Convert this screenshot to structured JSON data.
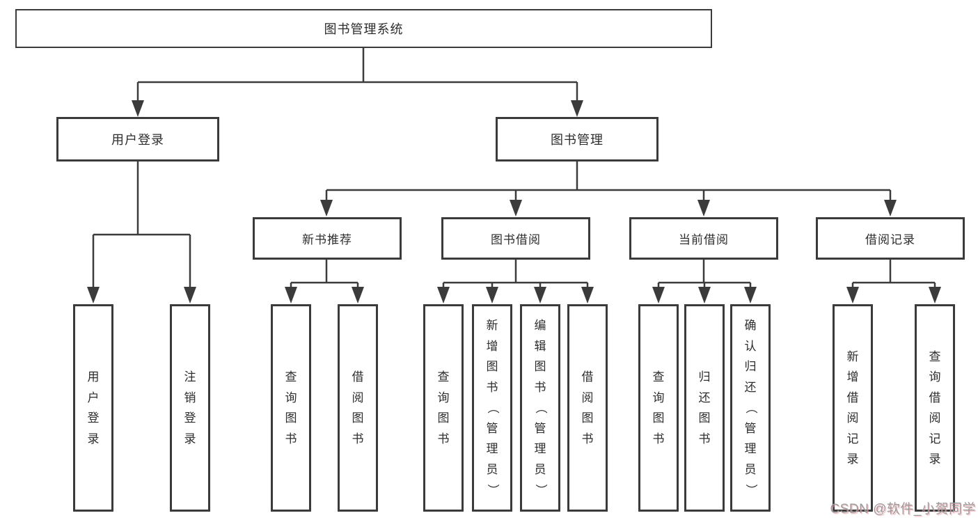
{
  "diagram": {
    "root_label": "图书管理系统",
    "level2": [
      "用户登录",
      "图书管理"
    ],
    "level3": [
      "新书推荐",
      "图书借阅",
      "当前借阅",
      "借阅记录"
    ],
    "leaves": {
      "login": [
        "用户登录",
        "注销登录"
      ],
      "recommend": [
        "查询图书",
        "借阅图书"
      ],
      "borrow": [
        "查询图书",
        "新增图书（管理员）",
        "编辑图书（管理员）",
        "借阅图书"
      ],
      "current": [
        "查询图书",
        "归还图书",
        "确认归还（管理员）"
      ],
      "records": [
        "新增借阅记录",
        "查询借阅记录"
      ]
    }
  },
  "watermark": "CSDN @软件_小贺同学",
  "colors": {
    "line": "#3b3b3b",
    "box_border": "#3b3b3b",
    "text": "#2d2d2d",
    "watermark_text": "#9b9b9b",
    "background": "#ffffff"
  }
}
